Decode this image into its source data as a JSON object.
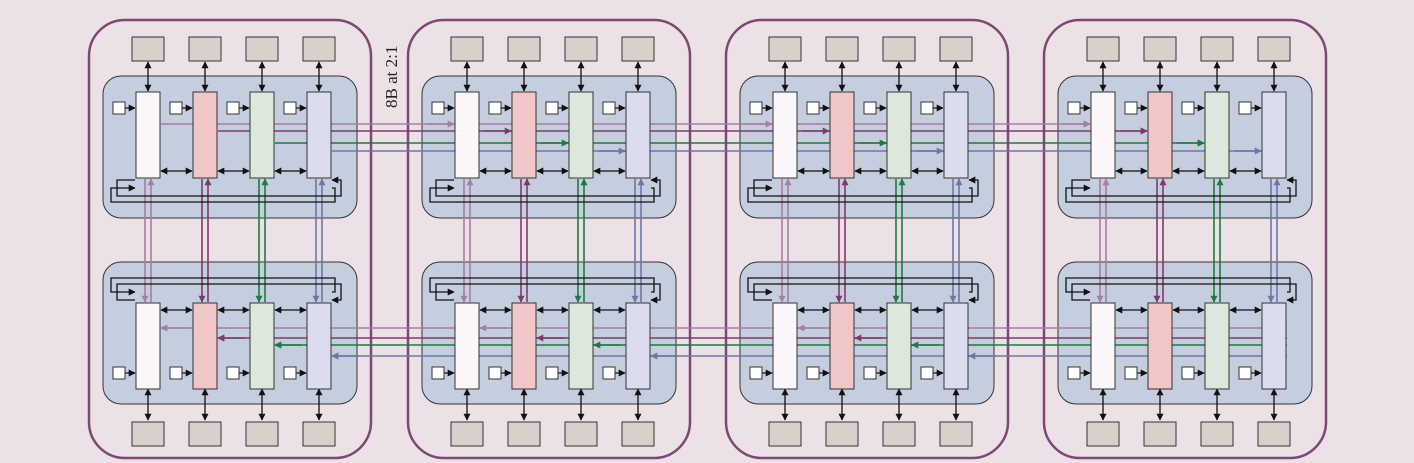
{
  "diagram": {
    "annotation": "8B at 2:1",
    "colors": {
      "page_bg": "#ede1e8",
      "module_stroke": "#7b4a72",
      "cluster_fill": "#c5cedf",
      "cluster_stroke": "#333333",
      "memory_fill": "#d9d0cc",
      "queue_white": "#fbf6f9",
      "queue_pink": "#f1c6c7",
      "queue_green": "#dde8dc",
      "queue_blue": "#dcdcef",
      "link_lavender": "#a77da2",
      "link_purple": "#7e3a6e",
      "link_green": "#1e7a3e",
      "link_blue": "#6b78a8",
      "wire_black": "#111111"
    },
    "modules": [
      {
        "id": "module-1"
      },
      {
        "id": "module-2"
      },
      {
        "id": "module-3"
      },
      {
        "id": "module-4"
      }
    ],
    "lanes_per_cluster": 4,
    "icons": {
      "memory_block": "memory-block-icon",
      "port_square": "port-square-icon",
      "arrow": "arrowhead-icon"
    }
  }
}
